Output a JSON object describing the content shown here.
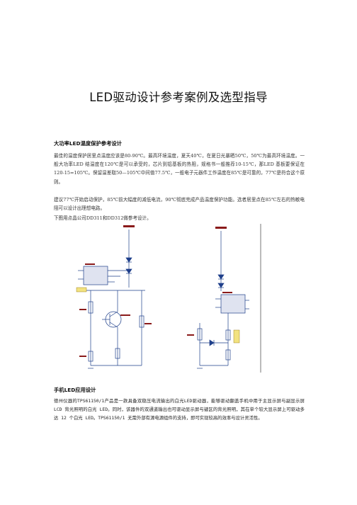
{
  "document": {
    "title": "LED驱动设计参考案例及选型指导",
    "section1": {
      "heading": "大功率LED温度保护参考设计",
      "p1": "最佳的温度保护居里点温度应该是80-90℃。最高环境温度，夏天40℃，在夏日光暴晒50℃，50℃为最高环境温度。一般大功率LED 结温度在120℃是可以承受的，芯片到铝基板的热阻，规格书一般推荐10-15℃，那LED 基板要保证在120-15=105℃。保留温差取50—105℃中间值77.5℃，一般电子元器件工作温度在85℃是可靠的，77℃是符合这个原则。",
      "p2": "建议77℃开始启动保护，85℃前大幅度的减低电流，90℃彻底完成产品温度保护功能。选者居里点在85℃左右的热敏电阻可以设计出理想电路。",
      "p3": "下图用点晶公司DD311和DD312做参考设计。"
    },
    "section2": {
      "heading": "手机LED应用设计",
      "p1": "德州仪器的TPS61150/1产品是一款具备双稳压电流输出的白光LED驱动器，能够驱动翻盖手机中用于主显示屏与副显示屏 LCD 背光照明的白光 LED。同时，该器件的双通道输出也可驱动显示屏与键区的背光照明，其在单个较大显示屏上可驱动多达 12 个白光 LED。TPS61150/1 无需外部有源电源组件的支持，即可实现较高的效率与设计灵活性。"
    }
  },
  "colors": {
    "schematic_wire": "#1e3f8a",
    "schematic_part": "#8a1a1a",
    "schematic_fill": "#dfe3f0",
    "pwm_label_bg": "#f2e280",
    "divider": "#555555"
  }
}
